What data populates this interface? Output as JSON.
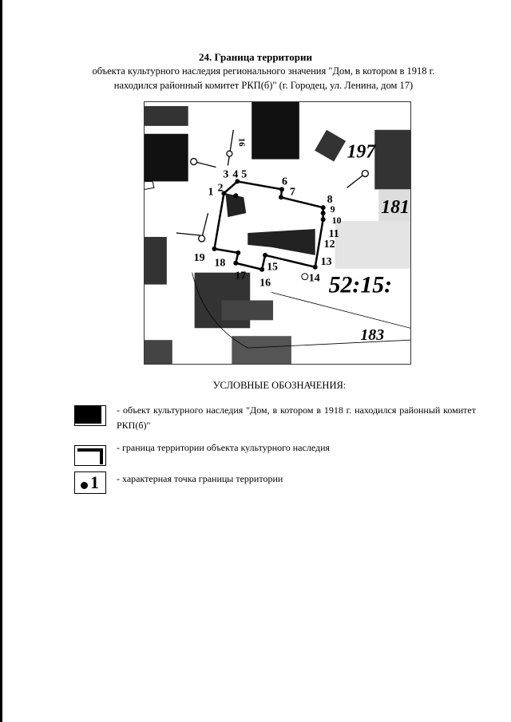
{
  "heading": "24. Граница территории",
  "subtitle_line1": "объекта культурного наследия регионального значения \"Дом, в котором в 1918 г.",
  "subtitle_line2": "находился районный комитет РКП(б)\" (г. Городец, ул. Ленина, дом 17)",
  "map": {
    "point_labels": [
      "1",
      "2",
      "3",
      "4",
      "5",
      "6",
      "7",
      "8",
      "9",
      "10",
      "11",
      "12",
      "13",
      "14",
      "15",
      "16",
      "17",
      "18",
      "19"
    ],
    "parcel_labels": [
      "197",
      "181",
      "183",
      "52:15:"
    ],
    "road_label": "16"
  },
  "legend": {
    "title": "УСЛОВНЫЕ ОБОЗНАЧЕНИЯ:",
    "items": [
      {
        "text": "- объект культурного наследия \"Дом, в котором в 1918 г. находился районный комитет РКП(б)\""
      },
      {
        "text": "- граница территории объекта культурного наследия"
      },
      {
        "text": "- характерная точка границы территории",
        "symbol_label": "1"
      }
    ]
  }
}
